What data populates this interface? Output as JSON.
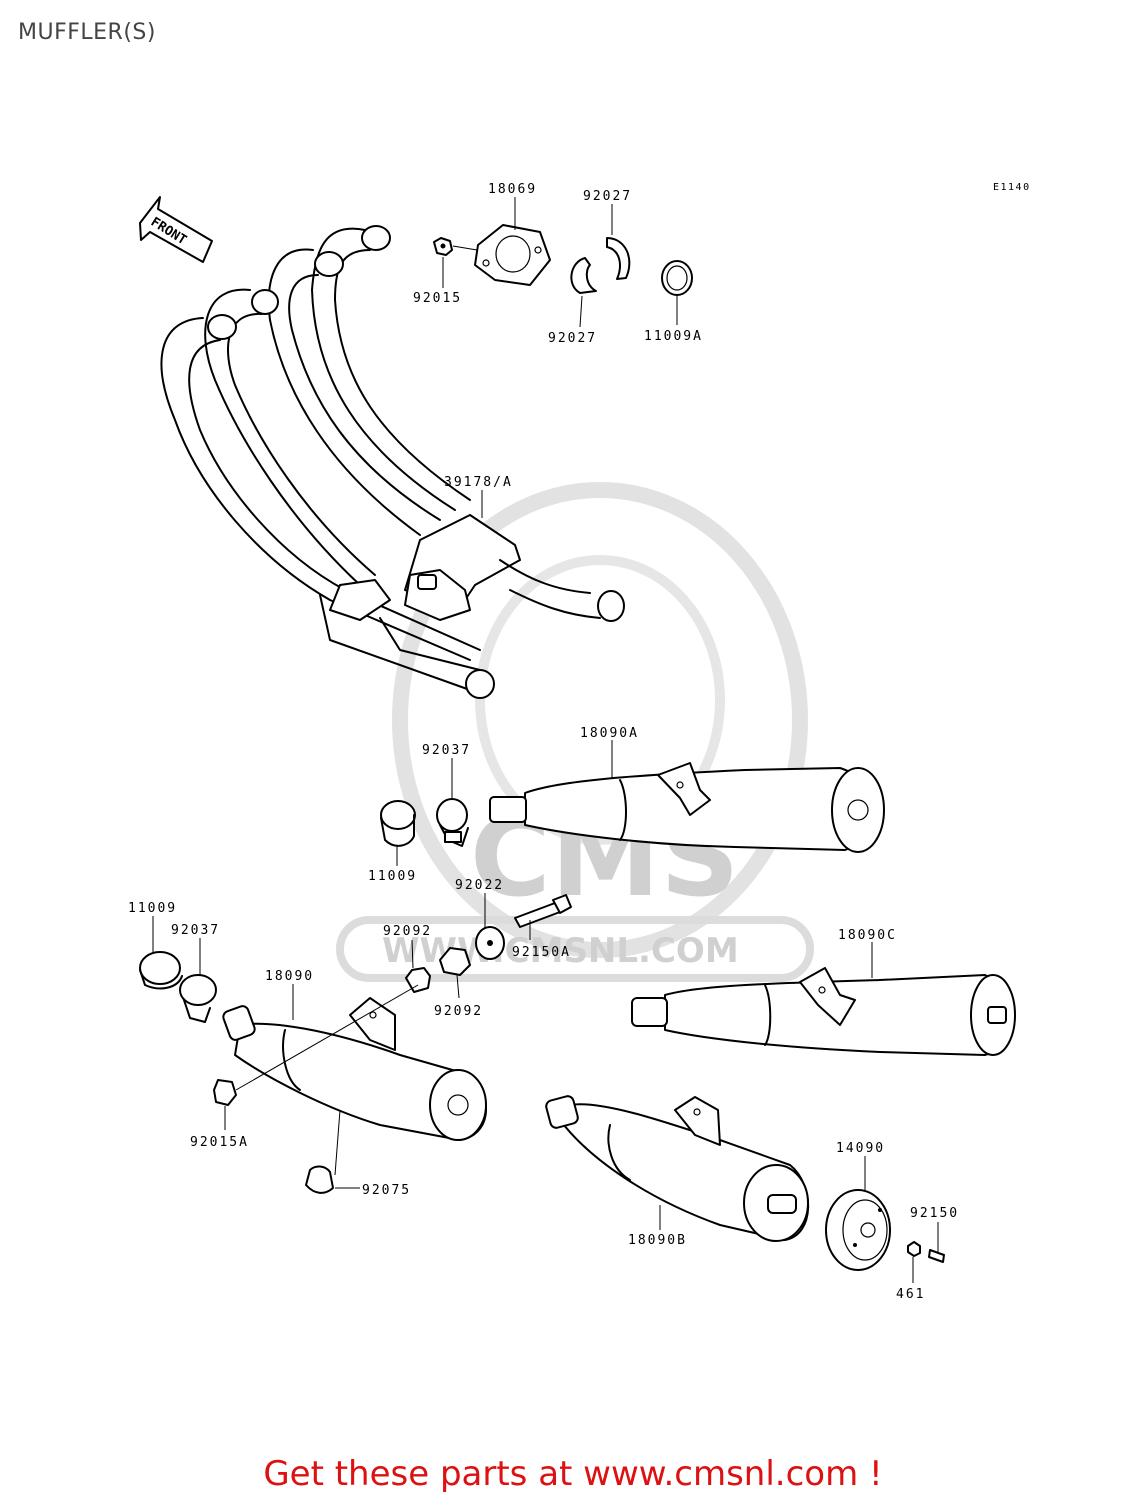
{
  "page": {
    "title": "MUFFLER(S)",
    "footer_link": "Get these parts at www.cmsnl.com !"
  },
  "diagram": {
    "code": "E1140",
    "front_arrow_label": "FRONT",
    "watermark": {
      "brand": "CMS",
      "url": "WWW.CMSNL.COM"
    },
    "part_labels": {
      "p18069": "18069",
      "p92027_top": "92027",
      "p92015": "92015",
      "p92027_bottom": "92027",
      "p11009a": "11009A",
      "p39178a": "39178/A",
      "p92037_upper": "92037",
      "p18090a": "18090A",
      "p11009_upper": "11009",
      "p92022": "92022",
      "p11009_left": "11009",
      "p92037_left": "92037",
      "p92092_upper": "92092",
      "p92150a": "92150A",
      "p18090c": "18090C",
      "p18090": "18090",
      "p92092_lower": "92092",
      "p92015a": "92015A",
      "p92075": "92075",
      "p14090": "14090",
      "p92150": "92150",
      "p18090b": "18090B",
      "p461": "461"
    }
  }
}
